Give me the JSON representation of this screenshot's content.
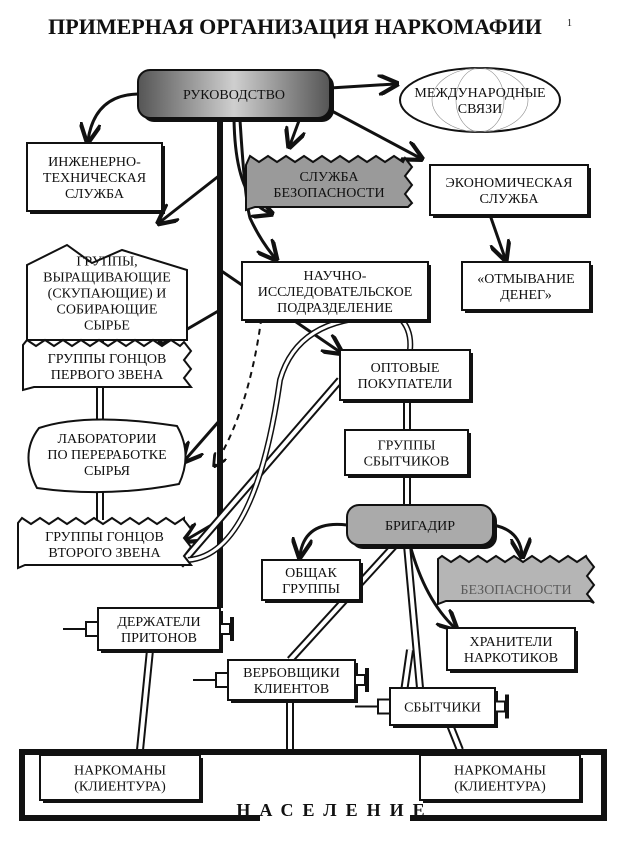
{
  "title": "ПРИМЕРНАЯ ОРГАНИЗАЦИЯ НАРКОМАФИИ",
  "footnote_mark": "1",
  "nodes": {
    "leadership": {
      "lines": [
        "РУКОВОДСТВО"
      ]
    },
    "intl": {
      "lines": [
        "МЕЖДУНАРОДНЫЕ",
        "СВЯЗИ"
      ]
    },
    "engineering": {
      "lines": [
        "ИНЖЕНЕРНО-",
        "ТЕХНИЧЕСКАЯ",
        "СЛУЖБА"
      ]
    },
    "security": {
      "lines": [
        "СЛУЖБА",
        "БЕЗОПАСНОСТИ"
      ]
    },
    "economic": {
      "lines": [
        "ЭКОНОМИЧЕСКАЯ",
        "СЛУЖБА"
      ]
    },
    "laundering": {
      "lines": [
        "«ОТМЫВАНИЕ",
        "ДЕНЕГ»"
      ]
    },
    "research": {
      "lines": [
        "НАУЧНО-",
        "ИССЛЕДОВАТЕЛЬСКОЕ",
        "ПОДРАЗДЕЛЕНИЕ"
      ]
    },
    "growers": {
      "lines": [
        "ГРУППЫ,",
        "ВЫРАЩИВАЮЩИЕ",
        "(СКУПАЮЩИЕ) И",
        "СОБИРАЮЩИЕ",
        "СЫРЬЕ"
      ]
    },
    "couriers1": {
      "lines": [
        "ГРУППЫ ГОНЦОВ",
        "ПЕРВОГО ЗВЕНА"
      ]
    },
    "wholesale": {
      "lines": [
        "ОПТОВЫЕ",
        "ПОКУПАТЕЛИ"
      ]
    },
    "labs": {
      "lines": [
        "ЛАБОРАТОРИИ",
        "ПО ПЕРЕРАБОТКЕ",
        "СЫРЬЯ"
      ]
    },
    "sellers_groups": {
      "lines": [
        "ГРУППЫ",
        "СБЫТЧИКОВ"
      ]
    },
    "foreman": {
      "lines": [
        "БРИГАДИР"
      ]
    },
    "couriers2": {
      "lines": [
        "ГРУППЫ ГОНЦОВ",
        "ВТОРОГО ЗВЕНА"
      ]
    },
    "fund": {
      "lines": [
        "ОБЩАК",
        "ГРУППЫ"
      ]
    },
    "security2": {
      "lines": [
        "",
        "БЕЗОПАСНОСТИ"
      ]
    },
    "dens": {
      "lines": [
        "ДЕРЖАТЕЛИ",
        "ПРИТОНОВ"
      ]
    },
    "keepers": {
      "lines": [
        "ХРАНИТЕЛИ",
        "НАРКОТИКОВ"
      ]
    },
    "recruiters": {
      "lines": [
        "ВЕРБОВЩИКИ",
        "КЛИЕНТОВ"
      ]
    },
    "sellers": {
      "lines": [
        "СБЫТЧИКИ"
      ]
    },
    "addicts_left": {
      "lines": [
        "НАРКОМАНЫ",
        "(КЛИЕНТУРА)"
      ]
    },
    "addicts_right": {
      "lines": [
        "НАРКОМАНЫ",
        "(КЛИЕНТУРА)"
      ]
    }
  },
  "population": "НАСЕЛЕНИЕ",
  "colors": {
    "ink": "#111111",
    "shade": "#9a9a9a",
    "paper": "#ffffff"
  }
}
